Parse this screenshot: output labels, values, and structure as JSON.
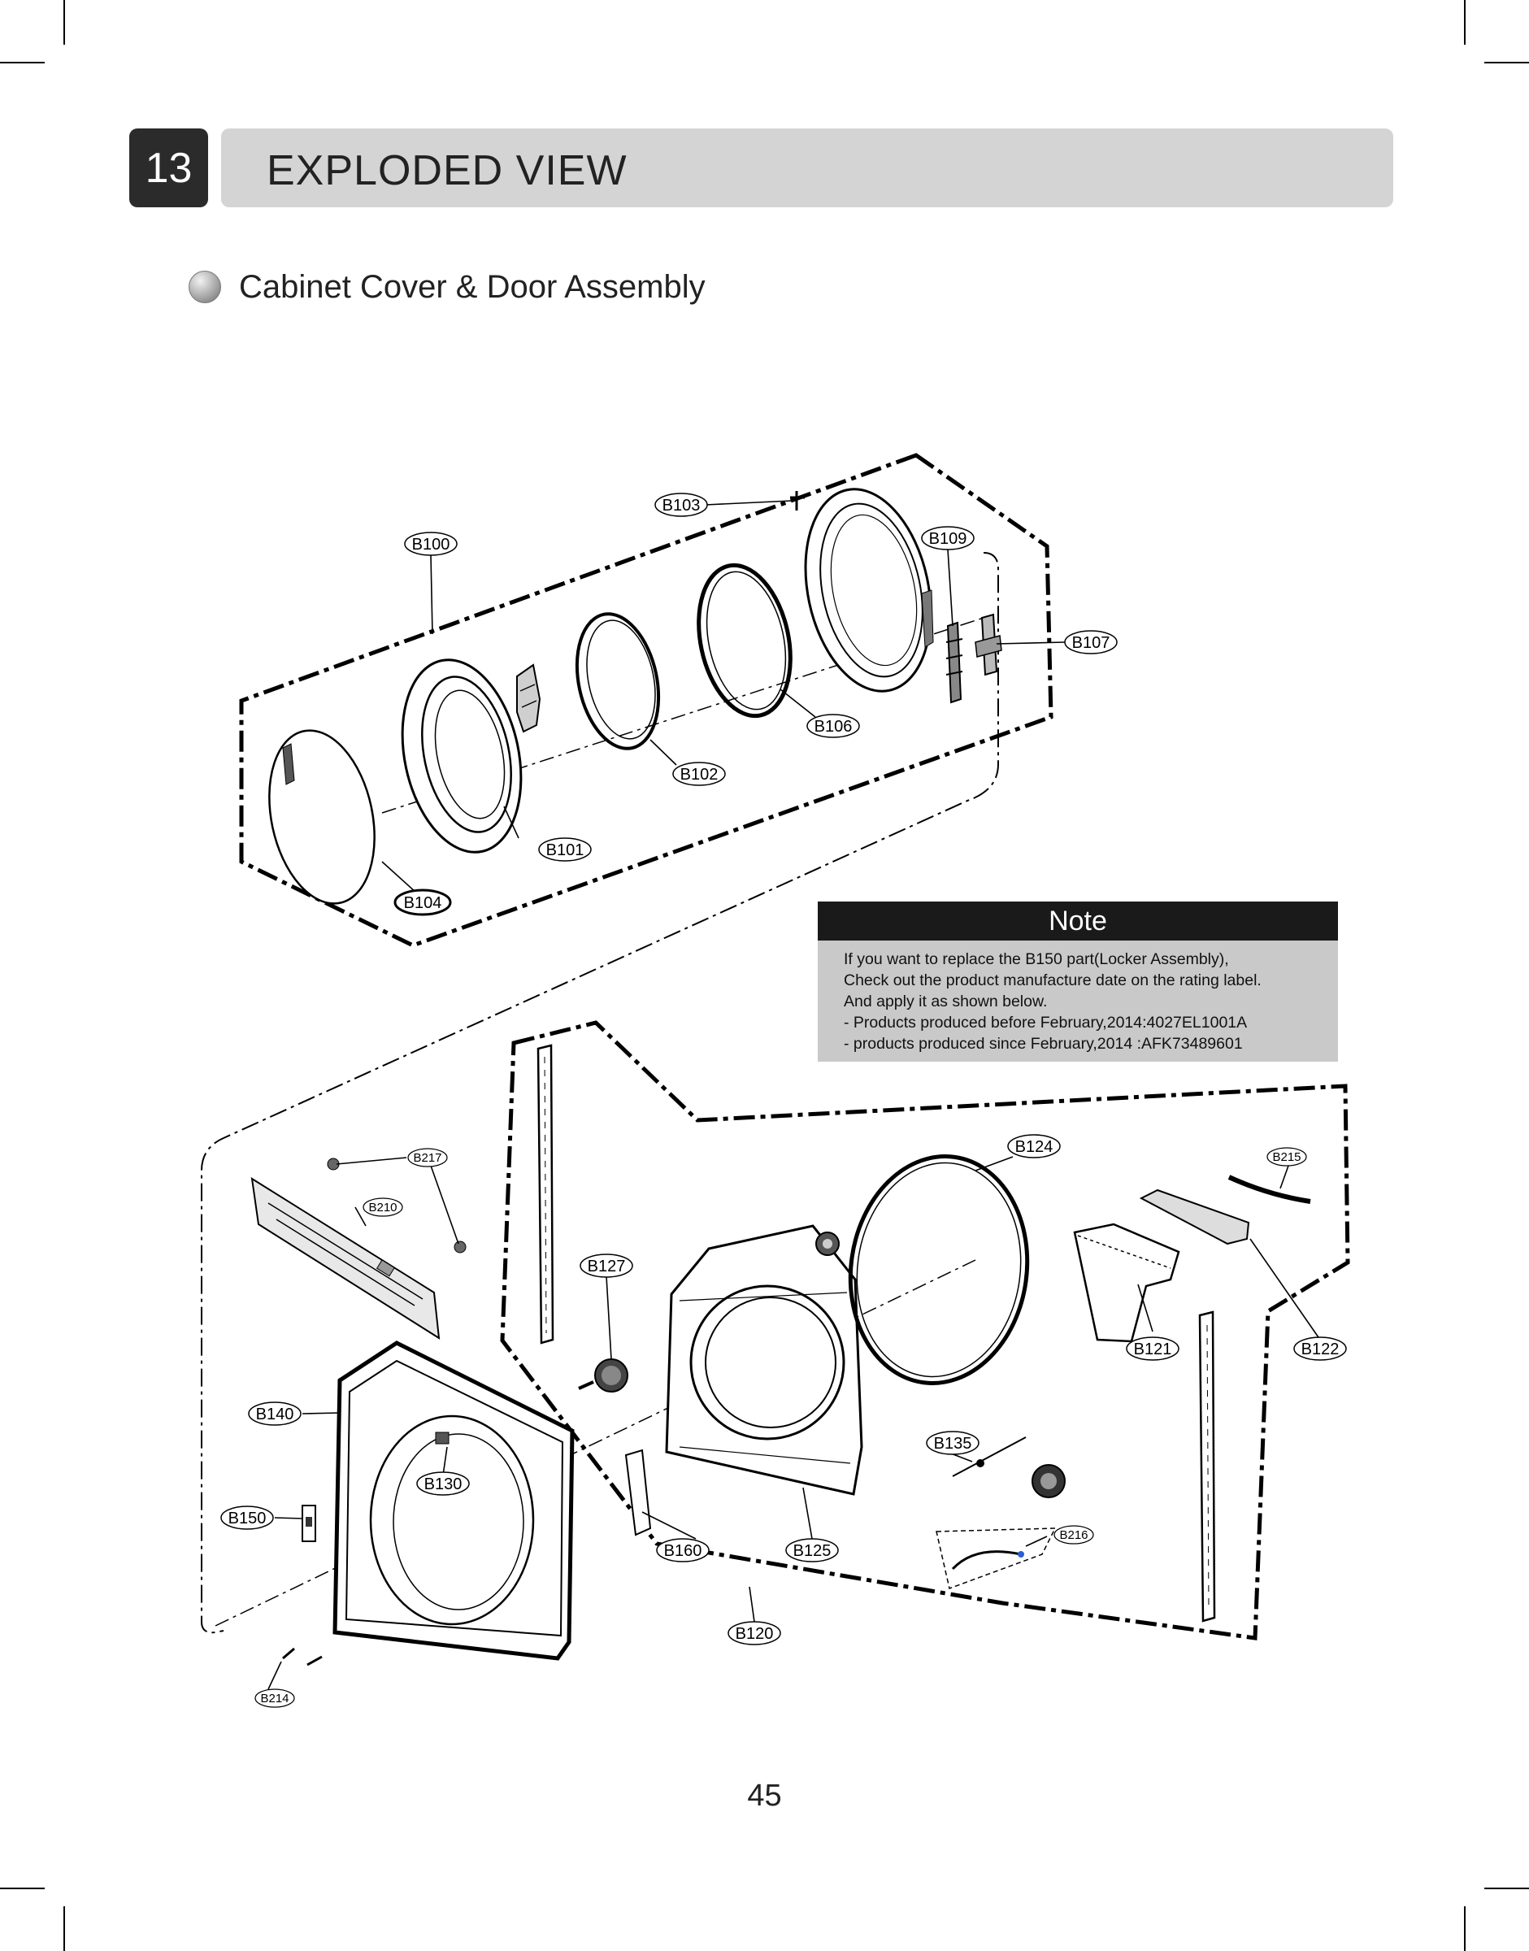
{
  "chapter": {
    "number": "13",
    "title": "EXPLODED VIEW"
  },
  "section": {
    "title": "Cabinet Cover & Door Assembly"
  },
  "note": {
    "heading": "Note",
    "lines": [
      "If you want to replace the B150 part(Locker Assembly),",
      "Check out the product manufacture date on the rating label.",
      "And apply it as shown below.",
      "- Products produced before February,2014:4027EL1001A",
      "- products produced since February,2014 :AFK73489601"
    ]
  },
  "diagram": {
    "part_labels": {
      "b100": "B100",
      "b101": "B101",
      "b102": "B102",
      "b103": "B103",
      "b104": "B104",
      "b106": "B106",
      "b107": "B107",
      "b109": "B109",
      "b120": "B120",
      "b121": "B121",
      "b122": "B122",
      "b124": "B124",
      "b125": "B125",
      "b127": "B127",
      "b130": "B130",
      "b135": "B135",
      "b140": "B140",
      "b150": "B150",
      "b160": "B160",
      "b210": "B210",
      "b214": "B214",
      "b215": "B215",
      "b216": "B216",
      "b217": "B217"
    }
  },
  "page_number": "45"
}
